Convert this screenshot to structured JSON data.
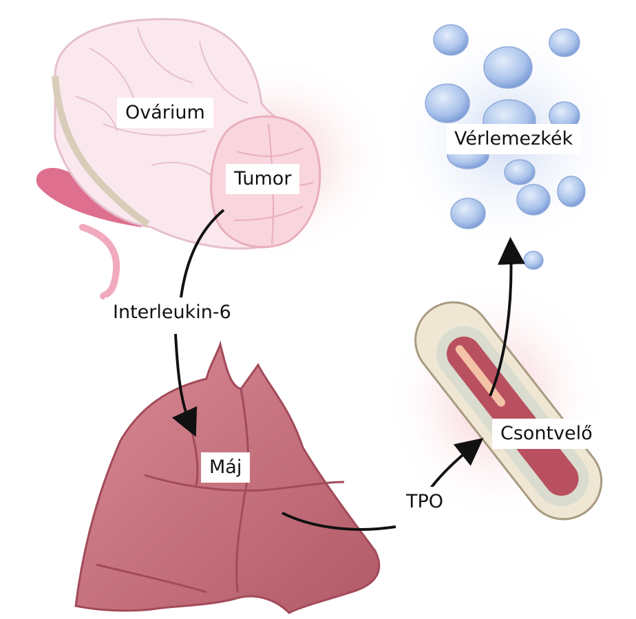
{
  "labels": {
    "ovarium": "Ovárium",
    "tumor": "Tumor",
    "interleukin": "Interleukin-6",
    "maj": "Máj",
    "tpo": "TPO",
    "csontvelo": "Csontvelő",
    "verlemezkek": "Vérlemezkék"
  },
  "colors": {
    "ovary_fill": "#fbe8ee",
    "ovary_lines": "#e6bfcf",
    "tube_pink": "#de6f8e",
    "liver_fill": "#c9707c",
    "liver_dark": "#a24a59",
    "bone_shell": "#efe7d4",
    "marrow": "#b8505f",
    "platelet_blue": "#a9c2ea",
    "arrow": "#111111"
  }
}
